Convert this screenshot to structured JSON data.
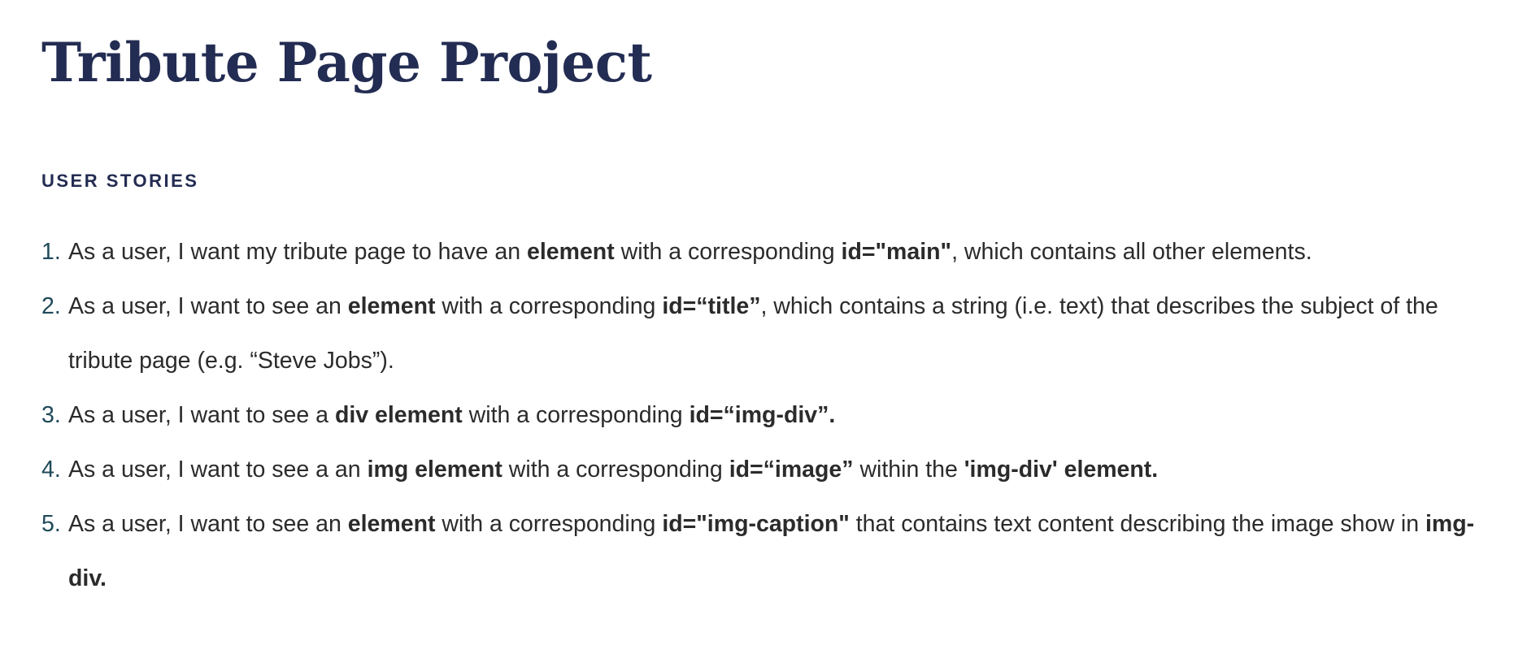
{
  "page": {
    "title": "Tribute Page Project",
    "section_heading": "USER STORIES"
  },
  "stories": [
    {
      "number": "1.",
      "parts": [
        "As a user, I want my tribute page to have an ",
        "element",
        " with a corresponding ",
        "id=\"main\"",
        ", which contains all other elements."
      ]
    },
    {
      "number": "2.",
      "parts": [
        "As a user, I want to see an ",
        "element",
        " with a corresponding ",
        "id=“title”",
        ", which contains a string (i.e. text) that describes the subject of the tribute page (e.g. “Steve Jobs”)."
      ]
    },
    {
      "number": "3.",
      "parts": [
        "As a user, I want to see a ",
        "div element",
        " with a corresponding ",
        "id=“img-div”.",
        ""
      ]
    },
    {
      "number": "4.",
      "parts": [
        "As a user, I want to see a an ",
        "img element",
        " with a corresponding ",
        "id=“image”",
        " within the ",
        "'img-div' element.",
        ""
      ]
    },
    {
      "number": "5.",
      "parts": [
        "As a user, I want to see an ",
        "element",
        " with a corresponding ",
        "id=\"img-caption\"",
        " that contains text content describing the image show in ",
        "img-div.",
        ""
      ]
    }
  ],
  "colors": {
    "title": "#232c52",
    "list_number": "#1f4a5a",
    "body_text": "#2b2b2b"
  }
}
